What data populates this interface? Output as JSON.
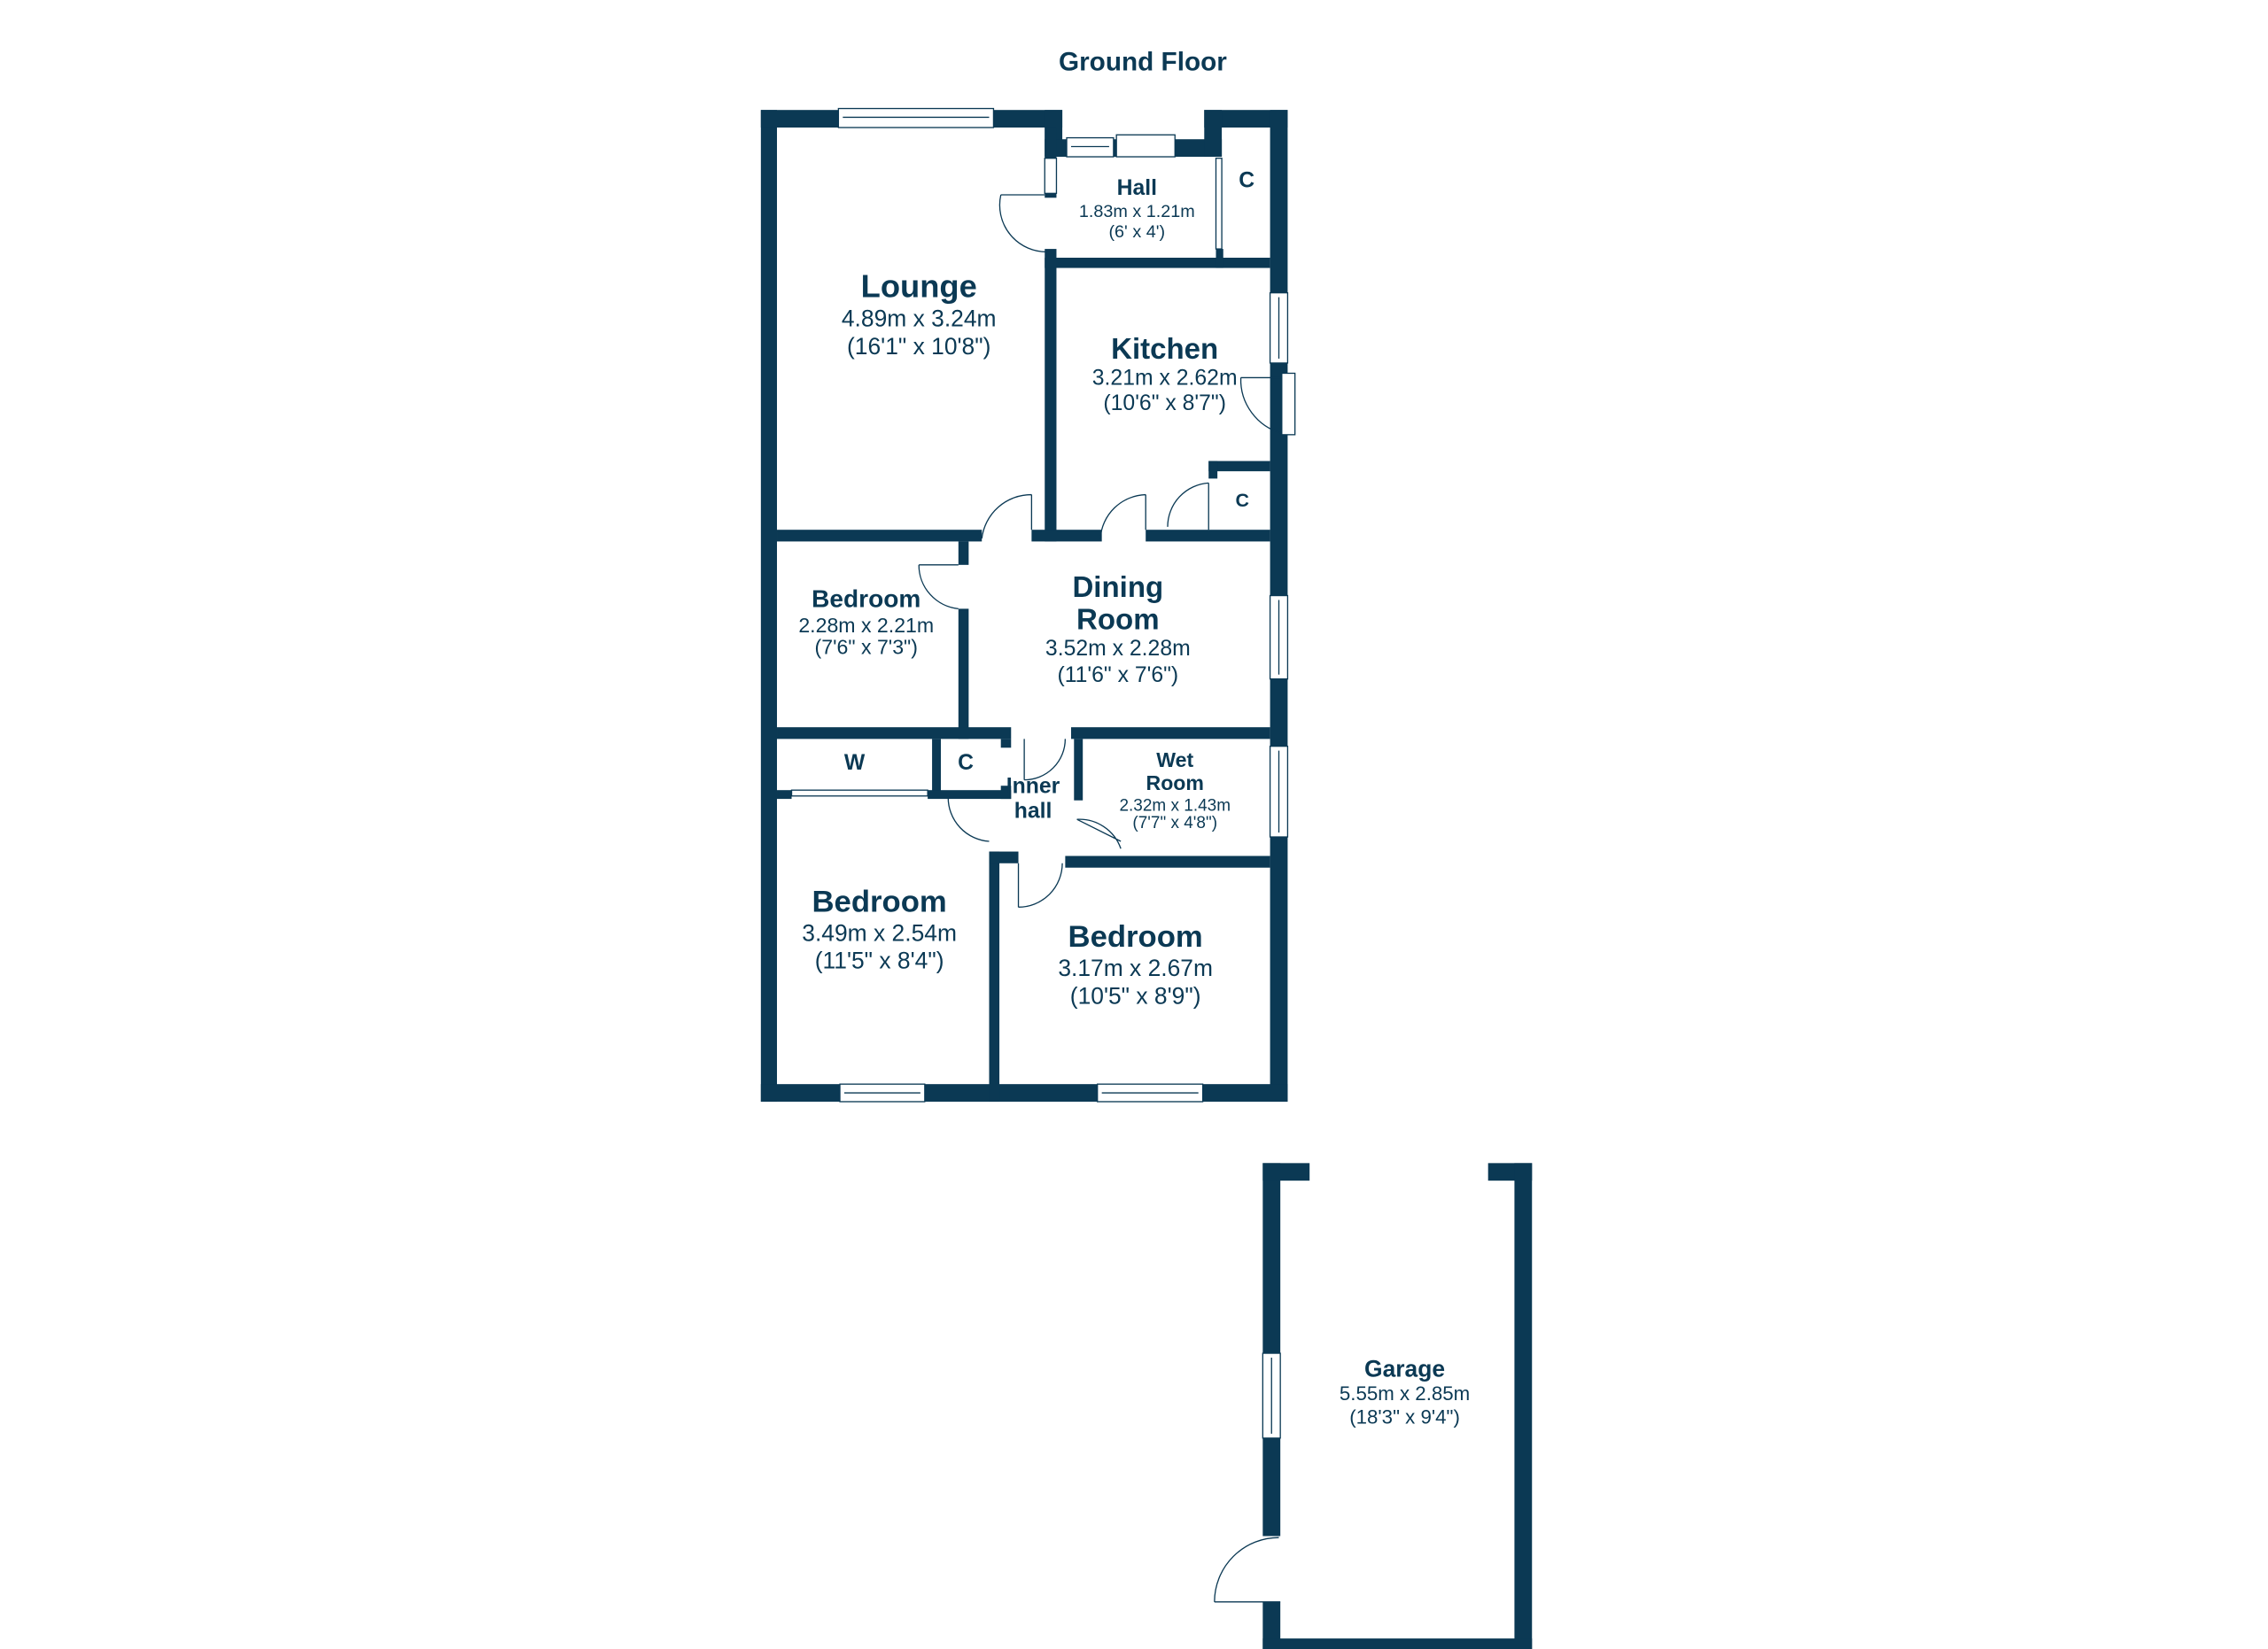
{
  "title": "Ground Floor",
  "colors": {
    "wall": "#0b3954",
    "text": "#0b3954"
  },
  "rooms": {
    "lounge": {
      "name": "Lounge",
      "metric": "4.89m x 3.24m",
      "imperial": "(16'1\" x 10'8\")"
    },
    "hall": {
      "name": "Hall",
      "metric": "1.83m x 1.21m",
      "imperial": "(6' x 4')"
    },
    "hall_cupboard": {
      "name": "C"
    },
    "kitchen": {
      "name": "Kitchen",
      "metric": "3.21m x 2.62m",
      "imperial": "(10'6\" x 8'7\")"
    },
    "kitchen_cupboard": {
      "name": "C"
    },
    "dining": {
      "name1": "Dining",
      "name2": "Room",
      "metric": "3.52m x 2.28m",
      "imperial": "(11'6\" x 7'6\")"
    },
    "bedroom_small": {
      "name": "Bedroom",
      "metric": "2.28m x 2.21m",
      "imperial": "(7'6\" x 7'3\")"
    },
    "wardrobe": {
      "name": "W"
    },
    "inner_cupboard": {
      "name": "C"
    },
    "inner_hall": {
      "name1": "Inner",
      "name2": "hall"
    },
    "wet_room": {
      "name1": "Wet",
      "name2": "Room",
      "metric": "2.32m x 1.43m",
      "imperial": "(7'7\" x 4'8\")"
    },
    "bedroom_left": {
      "name": "Bedroom",
      "metric": "3.49m x 2.54m",
      "imperial": "(11'5\" x 8'4\")"
    },
    "bedroom_right": {
      "name": "Bedroom",
      "metric": "3.17m x 2.67m",
      "imperial": "(10'5\" x 8'9\")"
    },
    "garage": {
      "name": "Garage",
      "metric": "5.55m x 2.85m",
      "imperial": "(18'3\" x 9'4\")"
    }
  }
}
